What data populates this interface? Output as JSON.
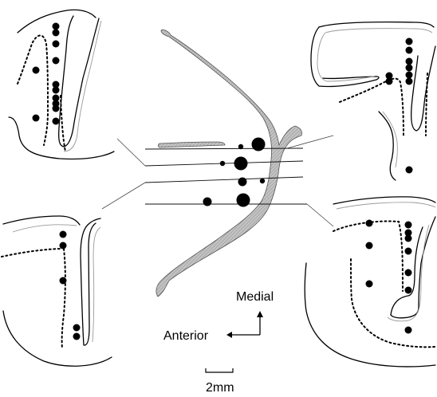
{
  "labels": {
    "medial": "Medial",
    "anterior": "Anterior",
    "scale": "2mm"
  },
  "colors": {
    "ink": "#000000",
    "structure_fill": "#b3b3b3",
    "structure_hatch": "#8c8c8c",
    "inner_line": "#9a9a9a",
    "background": "#ffffff"
  }
}
